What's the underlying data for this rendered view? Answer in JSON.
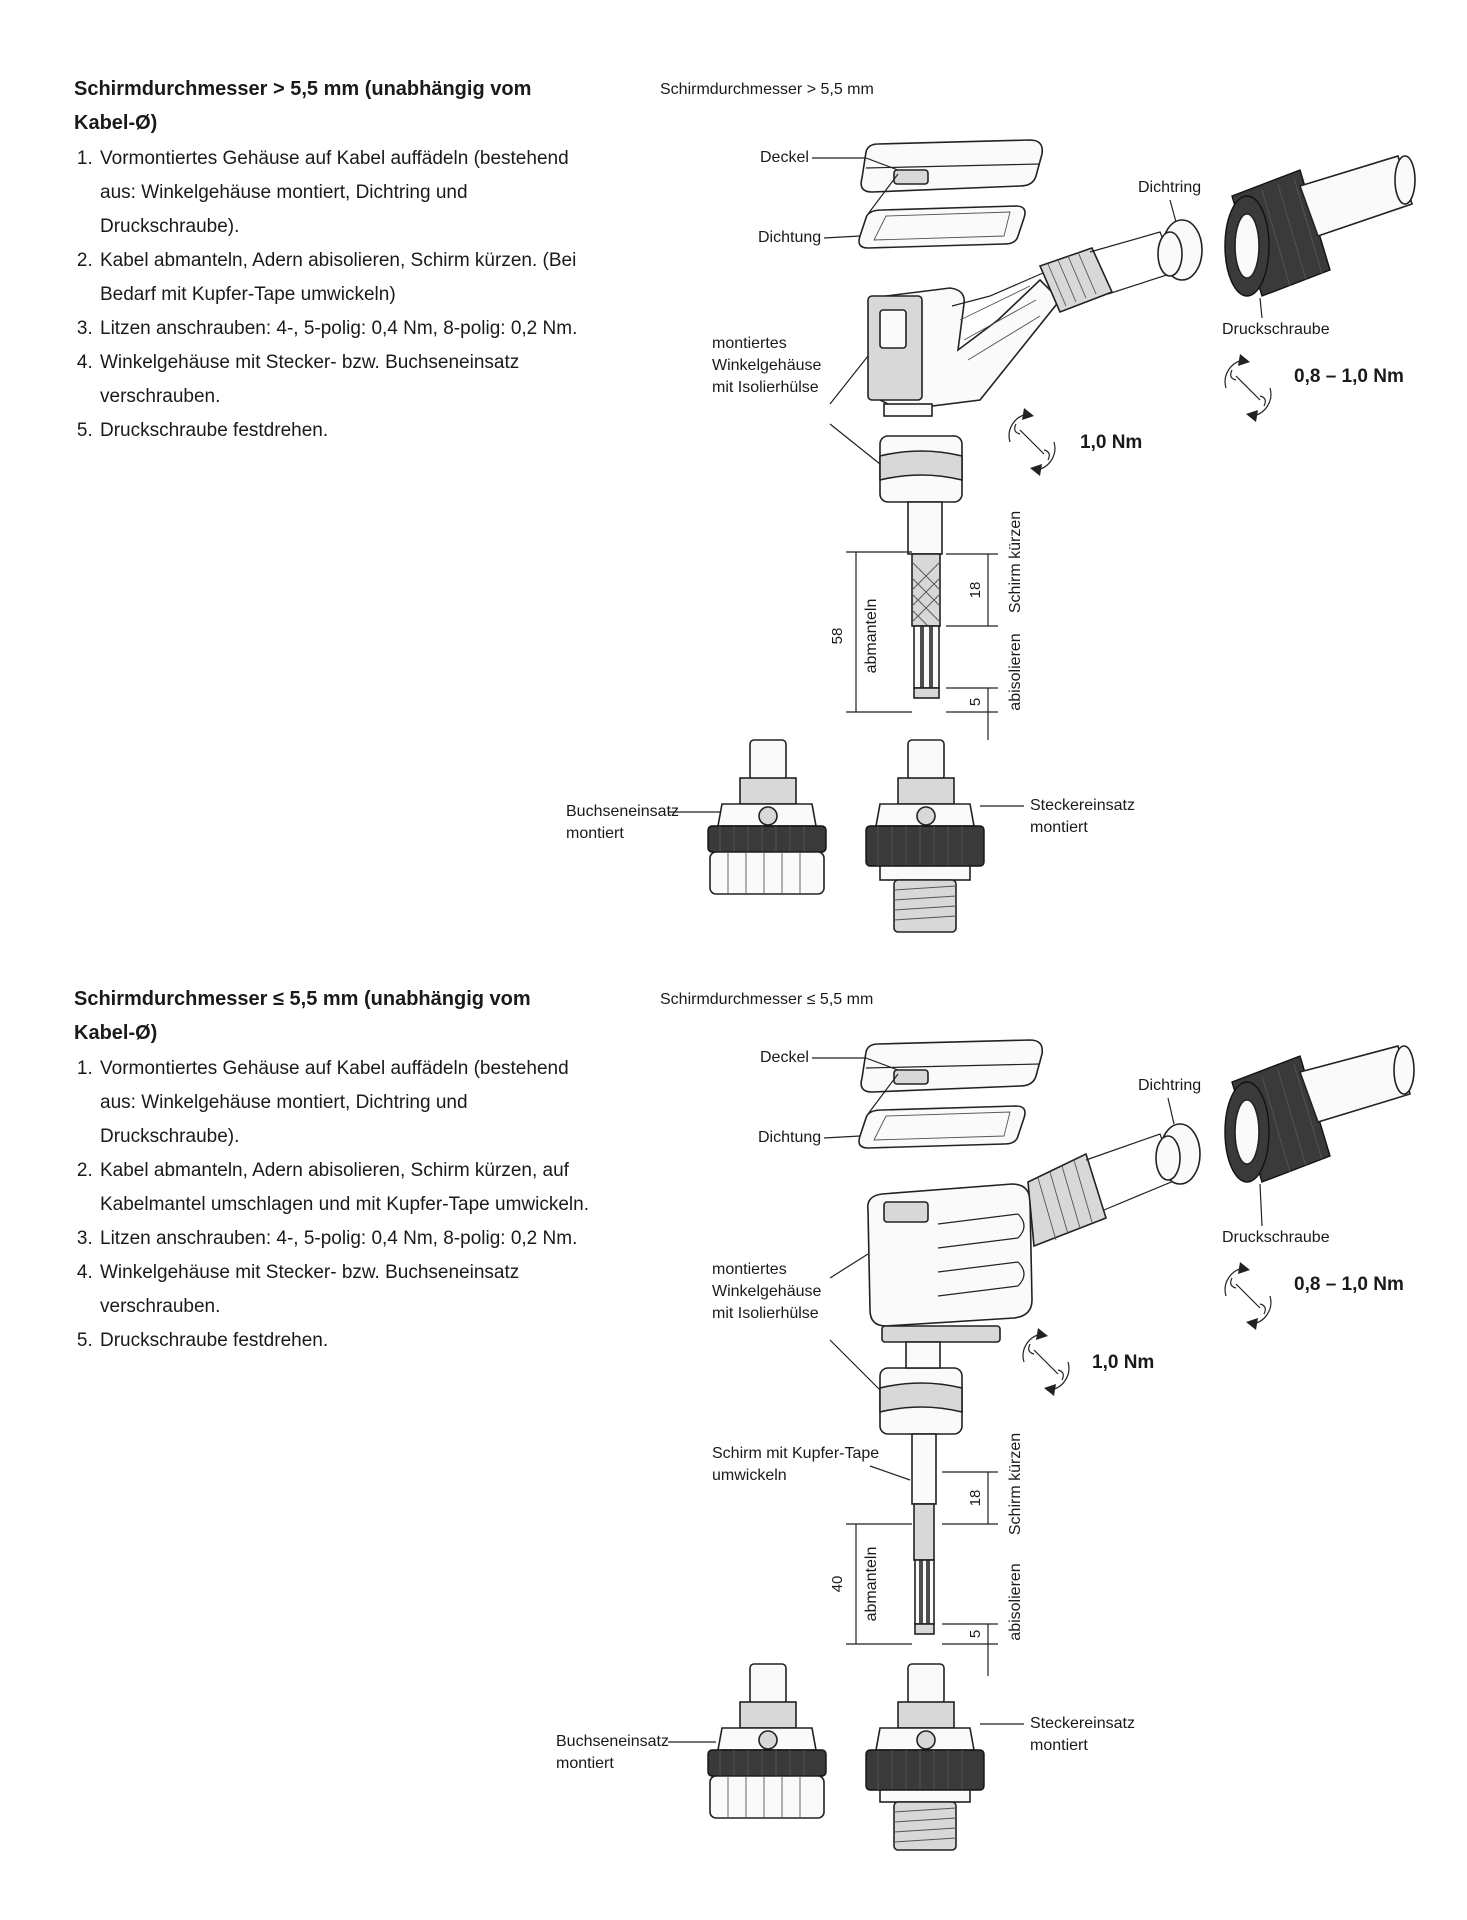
{
  "sections": [
    {
      "id": "large",
      "heading": "Schirmdurchmesser  > 5,5 mm (unabhängig vom Kabel-Ø)",
      "steps": [
        "Vormontiertes Gehäuse auf Kabel auffädeln (bestehend aus: Winkelgehäuse montiert, Dichtring und Druckschraube).",
        "Kabel abmanteln, Adern abisolieren, Schirm kürzen. (Bei Bedarf mit Kupfer-Tape umwickeln)",
        "Litzen anschrauben: 4-, 5-polig: 0,4 Nm, 8-polig: 0,2 Nm.",
        "Winkelgehäuse mit Stecker- bzw. Buchseneinsatz verschrauben.",
        "Druckschraube festdrehen."
      ],
      "diagram": {
        "title": "Schirmdurchmesser > 5,5 mm",
        "labels": {
          "deckel": "Deckel",
          "dichtung": "Dichtung",
          "dichtring": "Dichtring",
          "druckschraube": "Druckschraube",
          "housing_1": "montiertes",
          "housing_2": "Winkelgehäuse",
          "housing_3": "mit Isolierhülse",
          "buchse_1": "Buchseneinsatz",
          "buchse_2": "montiert",
          "stecker_1": "Steckereinsatz",
          "stecker_2": "montiert",
          "schirm_kuerzen": "Schirm kürzen",
          "abmanteln": "abmanteln",
          "abisolieren": "abisolieren"
        },
        "torque_screw": "0,8 – 1,0 Nm",
        "torque_housing": "1,0 Nm",
        "dims": {
          "total": "58",
          "shield": "18",
          "strip": "5"
        }
      }
    },
    {
      "id": "small",
      "heading": "Schirmdurchmesser  ≤ 5,5 mm (unabhängig vom Kabel-Ø)",
      "steps": [
        "Vormontiertes Gehäuse auf Kabel auffädeln (bestehend aus: Winkelgehäuse montiert, Dichtring und Druckschraube).",
        "Kabel abmanteln, Adern abisolieren, Schirm kürzen, auf Kabelmantel umschlagen und mit Kupfer-Tape umwickeln.",
        "Litzen anschrauben: 4-, 5-polig: 0,4 Nm, 8-polig: 0,2 Nm.",
        "Winkelgehäuse mit Stecker- bzw. Buchseneinsatz verschrauben.",
        "Druckschraube festdrehen."
      ],
      "diagram": {
        "title": "Schirmdurchmesser ≤ 5,5 mm",
        "labels": {
          "deckel": "Deckel",
          "dichtung": "Dichtung",
          "dichtring": "Dichtring",
          "druckschraube": "Druckschraube",
          "housing_1": "montiertes",
          "housing_2": "Winkelgehäuse",
          "housing_3": "mit Isolierhülse",
          "buchse_1": "Buchseneinsatz",
          "buchse_2": "montiert",
          "stecker_1": "Steckereinsatz",
          "stecker_2": "montiert",
          "schirm_kuerzen": "Schirm kürzen",
          "abmanteln": "abmanteln",
          "abisolieren": "abisolieren",
          "tape_1": "Schirm mit Kupfer-Tape",
          "tape_2": "umwickeln"
        },
        "torque_screw": "0,8 – 1,0 Nm",
        "torque_housing": "1,0 Nm",
        "dims": {
          "total": "40",
          "shield": "18",
          "strip": "5"
        }
      }
    }
  ]
}
